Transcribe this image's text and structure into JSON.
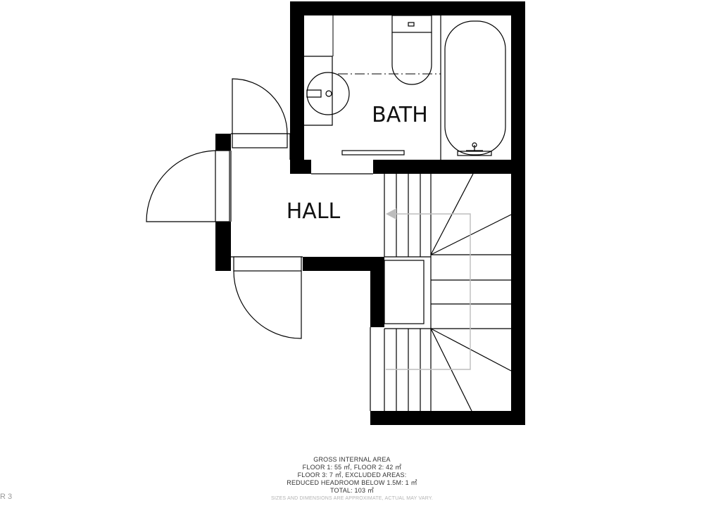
{
  "rooms": {
    "bath": "BATH",
    "hall": "HALL"
  },
  "area_summary": {
    "heading": "GROSS INTERNAL AREA",
    "line1": "FLOOR 1: 55 ㎡, FLOOR 2: 42 ㎡",
    "line2": "FLOOR 3: 7 ㎡, EXCLUDED AREAS:",
    "line3": "REDUCED HEADROOM BELOW 1.5M: 1 ㎡",
    "line4": "TOTAL: 103 ㎡",
    "disclaimer": "SIZES AND DIMENSIONS ARE APPROXIMATE, ACTUAL MAY VARY."
  },
  "floor_tag": "R 3",
  "colors": {
    "wall": "#000000",
    "line": "#000000",
    "arrow": "#bdbdbd"
  }
}
